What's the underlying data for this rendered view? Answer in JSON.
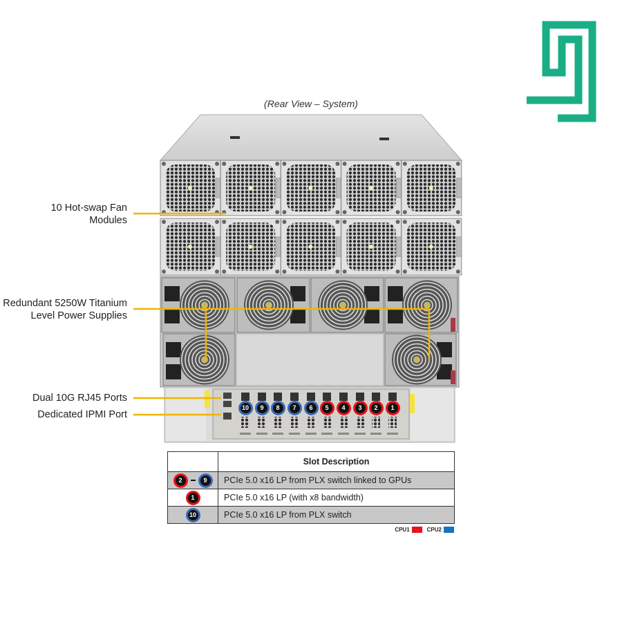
{
  "caption": "(Rear View – System)",
  "callouts": {
    "fans_line1": "10 Hot-swap Fan",
    "fans_line2": "Modules",
    "psu_line1": "Redundant 5250W Titanium",
    "psu_line2": "Level Power Supplies",
    "rj45": "Dual 10G RJ45 Ports",
    "ipmi": "Dedicated IPMI Port"
  },
  "slots": [
    {
      "num": "10",
      "cpu": "CPU2"
    },
    {
      "num": "9",
      "cpu": "CPU2"
    },
    {
      "num": "8",
      "cpu": "CPU2"
    },
    {
      "num": "7",
      "cpu": "CPU2"
    },
    {
      "num": "6",
      "cpu": "CPU2"
    },
    {
      "num": "5",
      "cpu": "CPU1"
    },
    {
      "num": "4",
      "cpu": "CPU1"
    },
    {
      "num": "3",
      "cpu": "CPU1"
    },
    {
      "num": "2",
      "cpu": "CPU1"
    },
    {
      "num": "1",
      "cpu": "CPU1"
    }
  ],
  "table": {
    "header": "Slot Description",
    "rows": [
      {
        "from": "2",
        "to": "9",
        "description": "PCIe 5.0 x16 LP from PLX switch linked to GPUs"
      },
      {
        "from": "1",
        "description": "PCIe 5.0 x16 LP (with x8 bandwidth)"
      },
      {
        "from": "10",
        "description": "PCIe 5.0 x16 LP from PLX switch"
      }
    ]
  },
  "legend": {
    "cpu1": "CPU1",
    "cpu2": "CPU2",
    "cpu1_color": "#e8141b",
    "cpu2_color": "#1a72c0"
  },
  "colors": {
    "callout_line": "#f0b400",
    "logo": "#1aae85"
  }
}
